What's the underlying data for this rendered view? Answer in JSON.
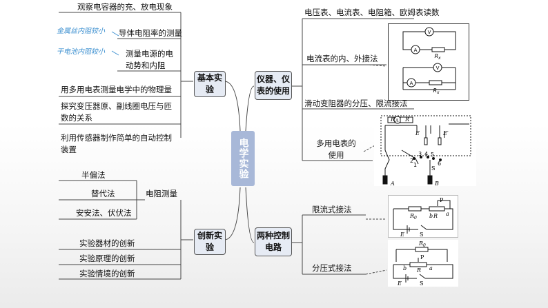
{
  "center": {
    "label": "电学实验"
  },
  "left": {
    "basic": {
      "label": "基本实验",
      "items": [
        "观察电容器的充、放电现象",
        "导体电阻率的测量",
        "测量电源的电动势和内阻",
        "用多用电表测量电学中的物理量",
        "探究变压器原、副线圈电压与匝数的关系",
        "利用传感器制作简单的自动控制装置"
      ],
      "notes": [
        "金属丝内阻较小",
        "干电池内阻较小"
      ]
    },
    "innovation": {
      "label": "创新实验",
      "resistance_group": "电阻测量",
      "resistance_items": [
        "半偏法",
        "替代法",
        "安安法、伏伏法"
      ],
      "items": [
        "实验器材的创新",
        "实验原理的创新",
        "实验情境的创新"
      ]
    }
  },
  "right": {
    "instruments": {
      "label": "仪器、仪表的使用",
      "items": [
        "电压表、电流表、电阻箱、欧姆表读数",
        "电流表的内、外接法",
        "滑动变阻器的分压、限流接法",
        "多用电表的使用"
      ]
    },
    "control": {
      "label": "两种控制电路",
      "items": [
        "限流式接法",
        "分压式接法"
      ]
    }
  },
  "circuit_labels": {
    "V": "V",
    "A": "A",
    "Rx": "R",
    "Rx_sub": "x",
    "R0": "R",
    "R0_sub": "0",
    "Rg": "R",
    "Rg_sub": "g",
    "E": "E",
    "E_prime": "E′",
    "S": "S",
    "P": "P",
    "a": "a",
    "b": "b",
    "R": "R",
    "probe_A": "A",
    "probe_B": "B",
    "terminals": [
      "1",
      "2",
      "3",
      "4",
      "5",
      "6"
    ]
  }
}
